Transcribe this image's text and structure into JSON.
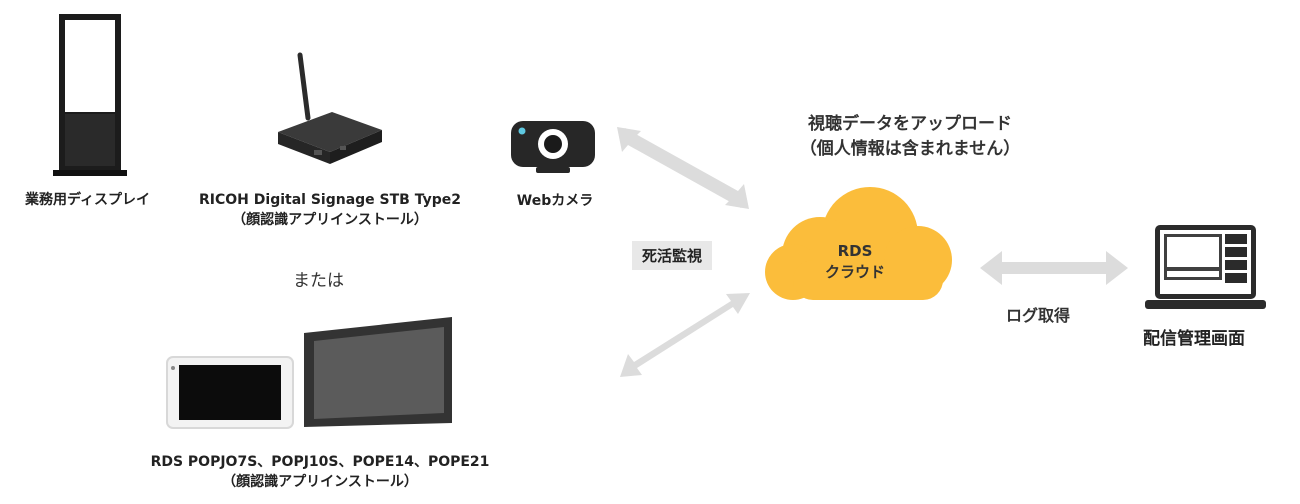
{
  "devices": {
    "signage_label": "業務用ディスプレイ",
    "stb_label": "RICOH Digital Signage STB Type2",
    "stb_sub": "（顔認識アプリインストール）",
    "or_label": "または",
    "tablets_label": "RDS POPJO7S、POPJ10S、POPE14、POPE21",
    "tablets_sub": "（顔認識アプリインストール）",
    "camera_label": "Webカメラ"
  },
  "links": {
    "monitoring_label": "死活監視",
    "log_label": "ログ取得"
  },
  "cloud": {
    "line1": "RDS",
    "line2": "クラウド",
    "note_line1": "視聴データをアップロード",
    "note_line2": "（個人情報は含まれません）",
    "fill_color": "#fbbd3b"
  },
  "management": {
    "label": "配信管理画面"
  },
  "colors": {
    "arrow": "#dcdcdc",
    "dark_device": "#2d2d2d"
  }
}
